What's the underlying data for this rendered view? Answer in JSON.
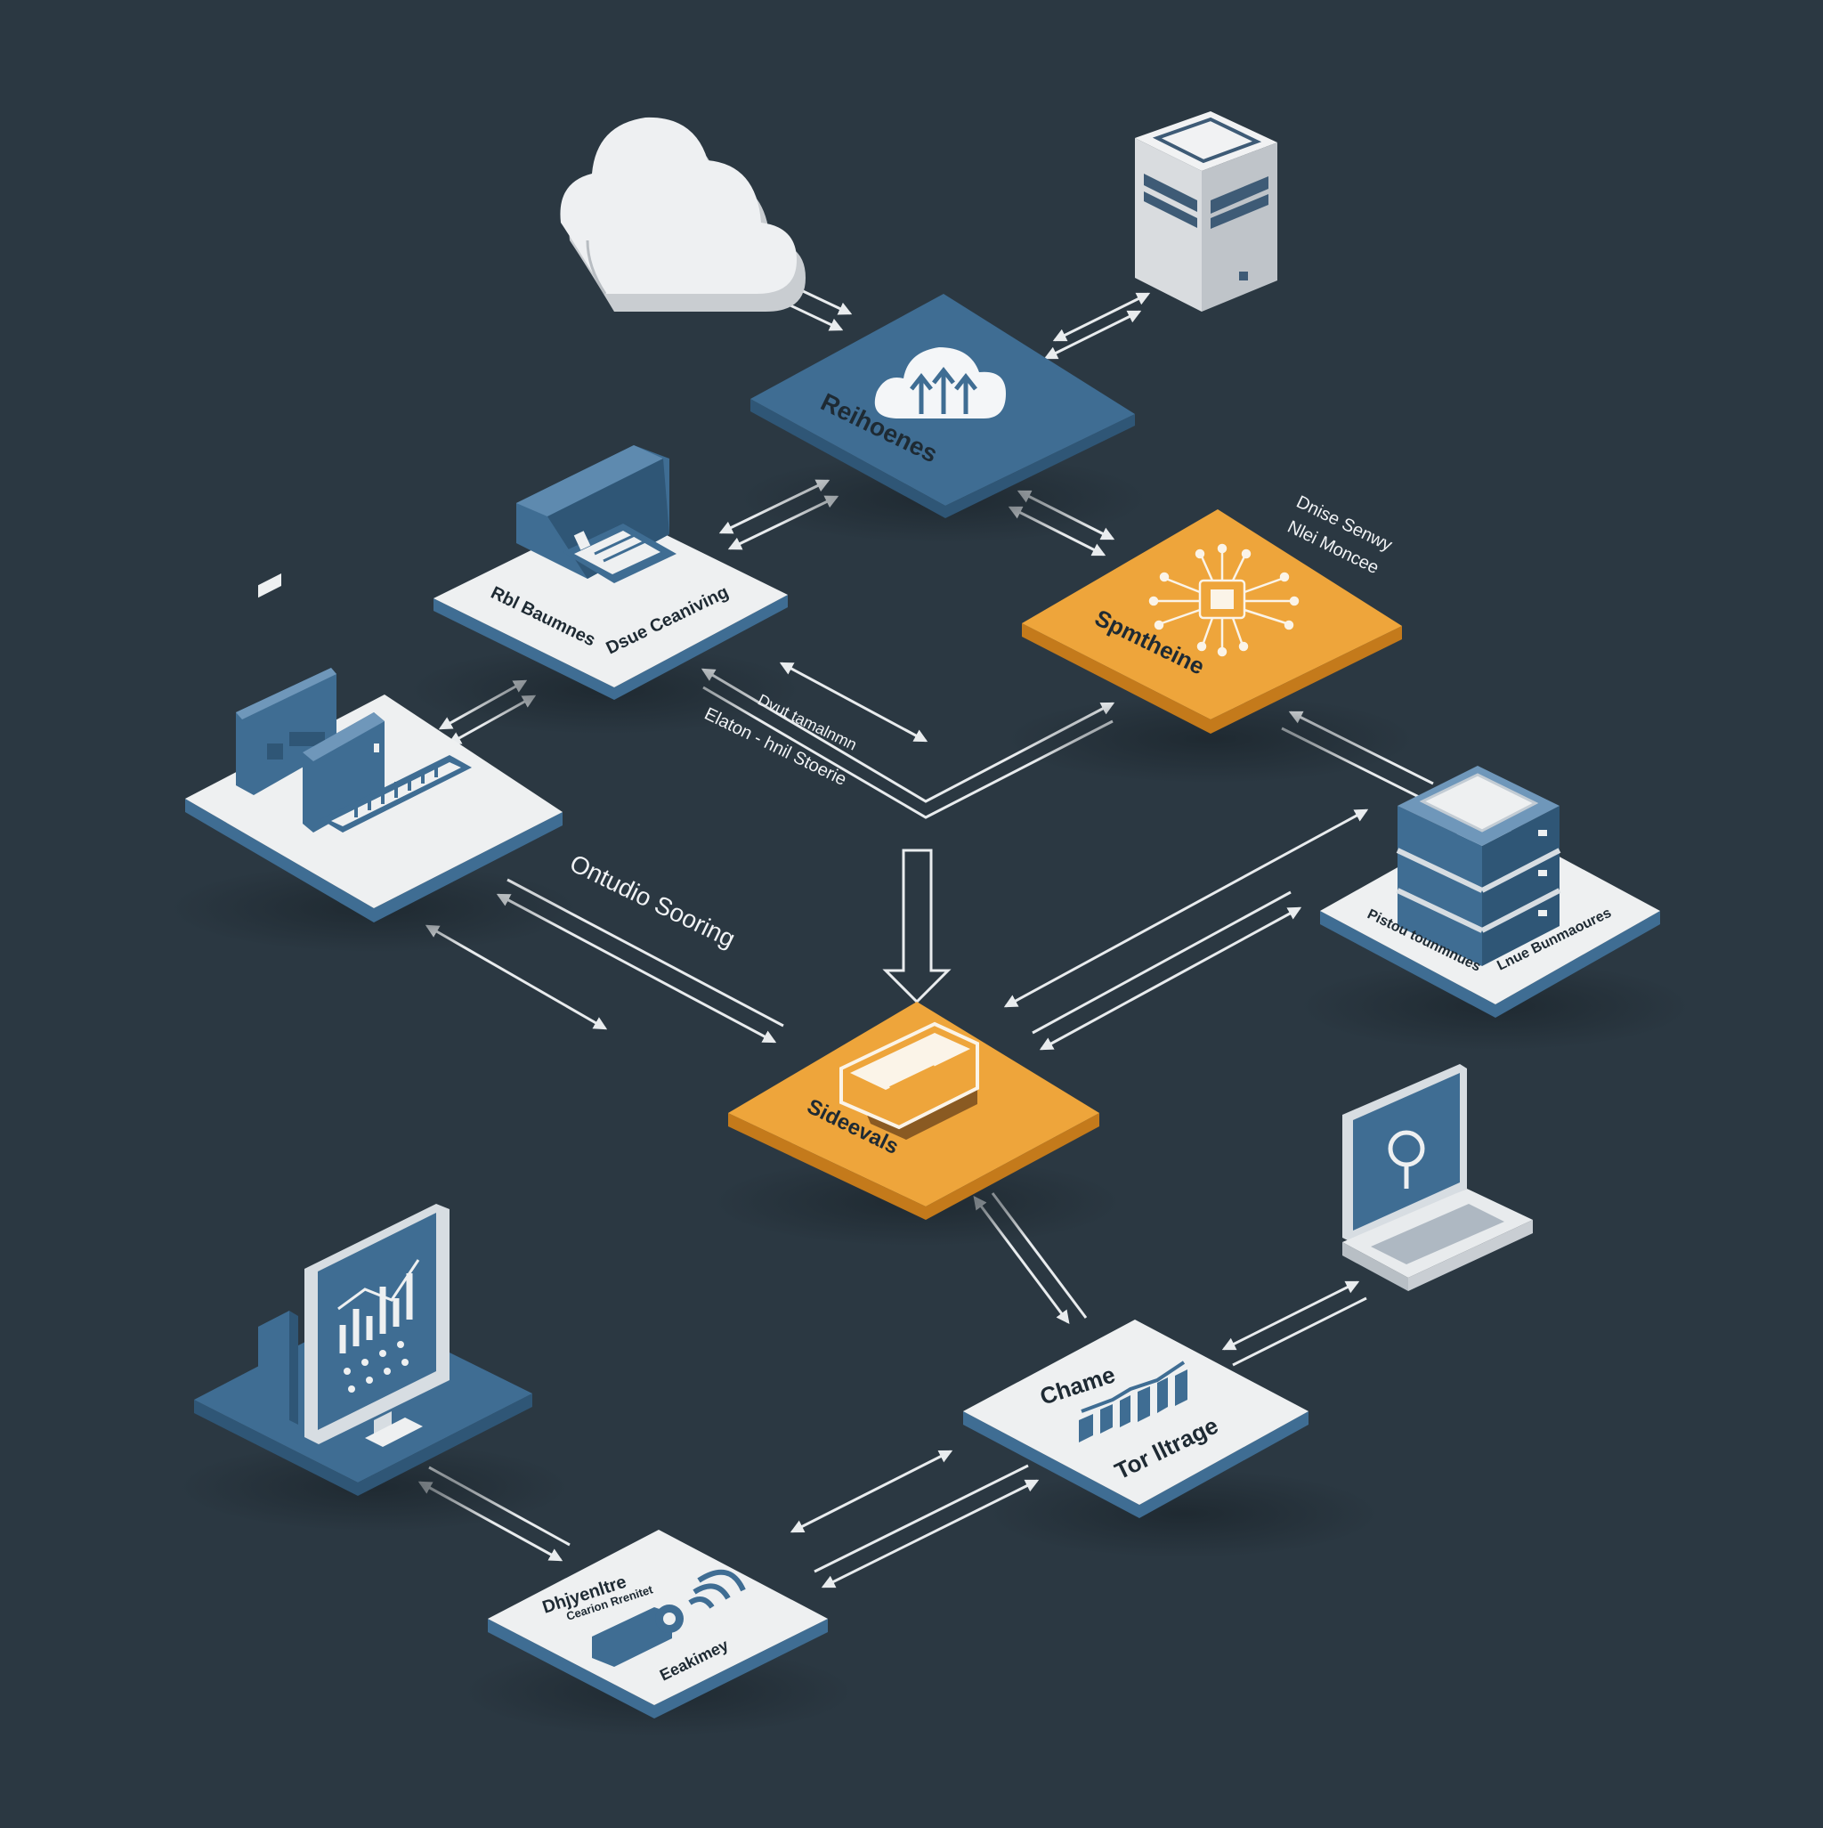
{
  "colors": {
    "background": "#2b3842",
    "tile_white": "#eef0f1",
    "tile_blue": "#3f6d93",
    "tile_orange": "#eea53b",
    "tile_edge_blue": "#2f5676",
    "tile_edge_orange": "#c47a1b",
    "icon_blue": "#4a7399",
    "arrow": "#e9ecee"
  },
  "nodes": {
    "cloud_source": {
      "icon": "cloud-icon"
    },
    "server_tower": {
      "icon": "server-tower-icon"
    },
    "central_hub": {
      "label": "Reihoenes",
      "icon": "cloud-upload-icon"
    },
    "printer_node": {
      "label_left": "Rbl Baumnes",
      "label_right": "Dsue Ceaniving",
      "icon": "printer-icon"
    },
    "processor_node": {
      "label": "Spmtheine",
      "caption_line1": "Dnise Senwy",
      "caption_line2": "Nlei Moncee",
      "icon": "cpu-chip-icon"
    },
    "workstation_node": {
      "icon": "dashboard-workstation-icon"
    },
    "database_node": {
      "label_left": "Pistou tounmnues",
      "label_right": "Lnue Bunmaoures",
      "icon": "database-stack-icon"
    },
    "storage_hub": {
      "label": "Sideevals",
      "icon": "folder-stack-icon"
    },
    "monitor_node": {
      "icon": "analytics-monitor-icon"
    },
    "laptop_node": {
      "icon": "laptop-icon"
    },
    "chart_node": {
      "label_top": "Chame",
      "label_bottom": "Tor lltrage",
      "icon": "bar-chart-icon"
    },
    "wireless_node": {
      "label_line1": "Dhjyenltre",
      "label_line2": "Cearion Rrenitet",
      "label_line3": "Eeakimey",
      "icon": "wireless-device-icon"
    }
  },
  "annotations": {
    "flow_upper_line1": "Dvut tamalnmn",
    "flow_upper_line2": "Elaton - hnil Stoerie",
    "flow_middle": "Ontudio Sooring"
  }
}
